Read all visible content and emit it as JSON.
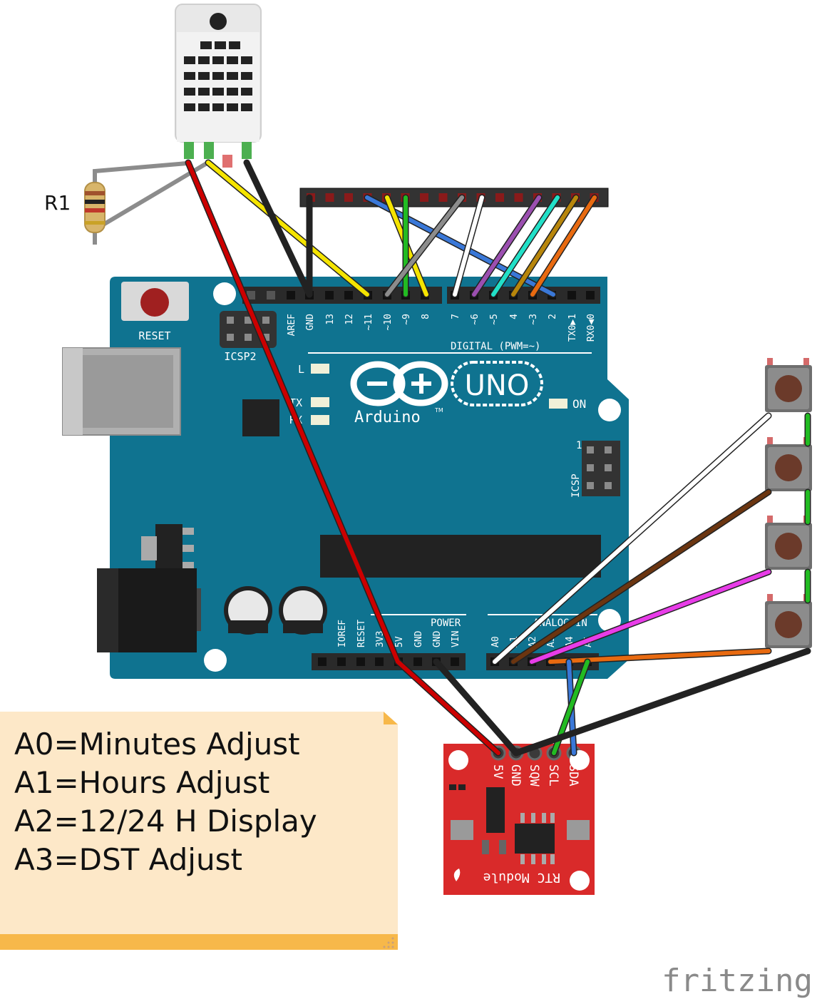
{
  "labels": {
    "resistor": "R1",
    "reset": "RESET",
    "icsp2": "ICSP2",
    "icsp": "ICSP",
    "icsp_pin1": "1",
    "brand": "Arduino",
    "tm": "TM",
    "model": "UNO",
    "on": "ON",
    "led_l": "L",
    "led_tx": "TX",
    "led_rx": "RX",
    "digital": "DIGITAL (PWM=~)",
    "power": "POWER",
    "analog": "ANALOG IN",
    "rtc_title": "RTC Module",
    "watermark": "fritzing"
  },
  "header_pins": [
    "AREF",
    "GND",
    "13",
    "12",
    "~11",
    "~10",
    "~9",
    "8",
    "7",
    "~6",
    "~5",
    "4",
    "~3",
    "2",
    "TX0▶1",
    "RX0◀0"
  ],
  "power_pins": [
    "IOREF",
    "RESET",
    "3V3",
    "5V",
    "GND",
    "GND",
    "VIN"
  ],
  "analog_pins": [
    "A0",
    "A1",
    "A2",
    "A3",
    "A4",
    "A5"
  ],
  "rtc_pins": [
    "5V",
    "GND",
    "SQW",
    "SCL",
    "SDA"
  ],
  "note": {
    "lines": [
      "A0=Minutes Adjust",
      "A1=Hours Adjust",
      "A2=12/24 H Display",
      "A3=DST Adjust"
    ]
  },
  "colors": {
    "board": "#0f7390",
    "wire_red": "#cc0000",
    "wire_black": "#222222",
    "wire_yellow": "#f5e400",
    "wire_green": "#22bb22",
    "wire_blue": "#3a78d8",
    "wire_gray": "#8c8c8c",
    "wire_white": "#ffffff",
    "wire_purple": "#9b4fb0",
    "wire_cyan": "#22e0c8",
    "wire_olive": "#b8860b",
    "wire_orange": "#e86a10",
    "wire_brown": "#6b3510",
    "wire_magenta": "#e83ce8",
    "rtc_board": "#d92a2a",
    "note_bg": "#fde8c8",
    "note_bar": "#f7b84a"
  }
}
